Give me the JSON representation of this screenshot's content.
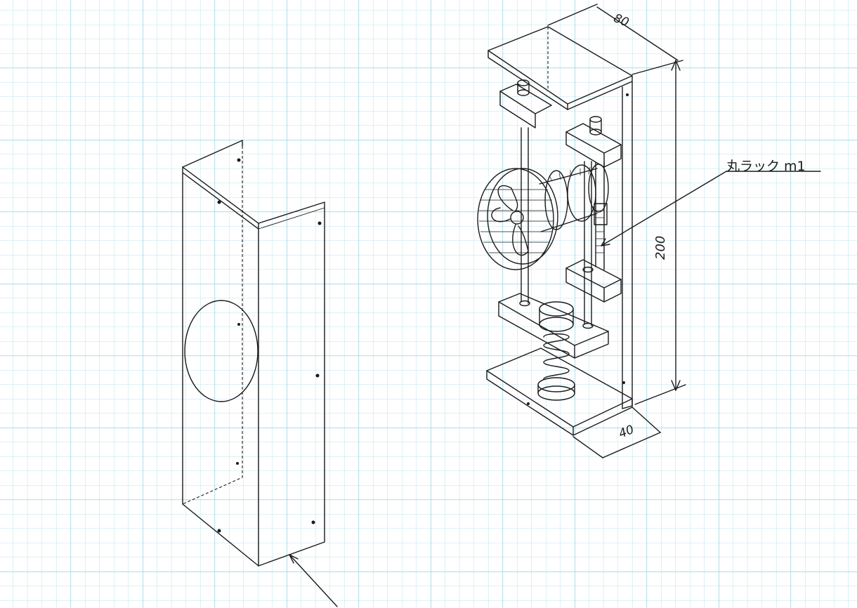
{
  "drawing": {
    "grid_color": "#8fd3e0",
    "ink_color": "#1a1a1a",
    "paper_color": "#ffffff"
  },
  "dimensions": {
    "width_top": "80",
    "height": "200",
    "depth_bottom": "40"
  },
  "callouts": {
    "rack": "丸ラック m1"
  }
}
